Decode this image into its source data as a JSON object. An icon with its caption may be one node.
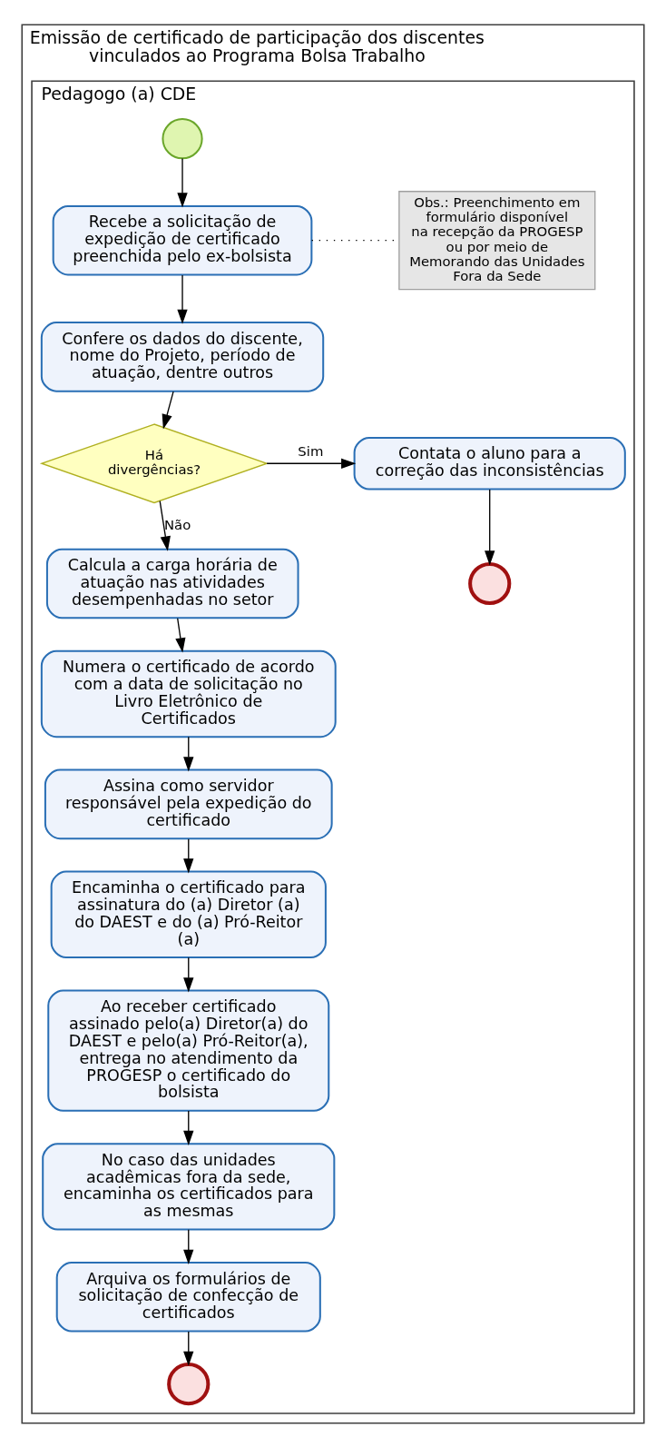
{
  "diagram": {
    "nodes": [
      {
        "text": [
          "Emissão de certificado de participação dos discentes vinculados ao Programa Bolsa Trabalho"
        ]
      },
      {
        "text": [
          "Pedagogo (a) CDE"
        ],
        "in": 0
      },
      {
        "text": [],
        "shape": "circle",
        "in": 1
      },
      {
        "text": [
          "Recebe a solicitação de expedição de certificado preenchida pelo ex-bolsista"
        ],
        "in": 1
      },
      {
        "text": [
          "Obs.: Preenchimento em formulário disponível na recepção da PROGESP ou por meio de Memorando das Unidades Fora da Sede"
        ],
        "in": 1
      },
      {
        "text": [
          "Confere os dados do discente, nome do Projeto, período de atuação, dentre outros"
        ],
        "in": 1
      },
      {
        "text": [
          "Há divergências?"
        ],
        "in": 1
      },
      {
        "text": [
          "Contata o aluno para a correção das inconsistências"
        ],
        "in": 1
      },
      {
        "text": [],
        "shape": "circle",
        "in": 1
      },
      {
        "text": [
          "Calcula a carga horária de atuação nas atividades desempenhadas no setor"
        ],
        "in": 1
      },
      {
        "text": [
          "Numera o certificado de acordo com a data de solicitação no Livro Eletrônico de Certificados"
        ],
        "in": 1
      },
      {
        "text": [
          "Assina como servidor responsável pela expedição do certificado"
        ],
        "in": 1
      },
      {
        "text": [
          "Encaminha o certificado para assinatura do (a) Diretor (a) do DAEST e do (a) Pró-Reitor (a)"
        ],
        "in": 1
      },
      {
        "text": [
          "Ao receber certificado assinado pelo(a) Diretor(a) do DAEST e pelo(a) Pró-Reitor(a), entrega no atendimento da PROGESP o certificado do bolsista"
        ],
        "in": 1
      },
      {
        "text": [
          "No caso das unidades acadêmicas fora da sede, encaminha os certificados para as mesmas"
        ],
        "in": 1
      },
      {
        "text": [
          "Arquiva os formulários de solicitação de confecção de certificados"
        ],
        "in": 1
      },
      {
        "text": [],
        "shape": "circle",
        "in": 1
      }
    ],
    "edges": [
      {
        "from": 2,
        "to": 3,
        "arrow": "to"
      },
      {
        "from": 3,
        "to": 4,
        "arrow": "none",
        "style": "dashed"
      },
      {
        "from": 3,
        "to": 5,
        "arrow": "to"
      },
      {
        "from": 5,
        "to": 6,
        "arrow": "to"
      },
      {
        "from": 6,
        "to": 7,
        "arrow": "to",
        "label": "Sim"
      },
      {
        "from": 7,
        "to": 8,
        "arrow": "to"
      },
      {
        "from": 6,
        "to": 9,
        "arrow": "to",
        "label": "Não"
      },
      {
        "from": 9,
        "to": 10,
        "arrow": "to"
      },
      {
        "from": 10,
        "to": 11,
        "arrow": "to"
      },
      {
        "from": 11,
        "to": 12,
        "arrow": "to"
      },
      {
        "from": 12,
        "to": 13,
        "arrow": "to"
      },
      {
        "from": 13,
        "to": 14,
        "arrow": "to"
      },
      {
        "from": 14,
        "to": 15,
        "arrow": "to"
      },
      {
        "from": 15,
        "to": 16,
        "arrow": "to"
      }
    ]
  }
}
